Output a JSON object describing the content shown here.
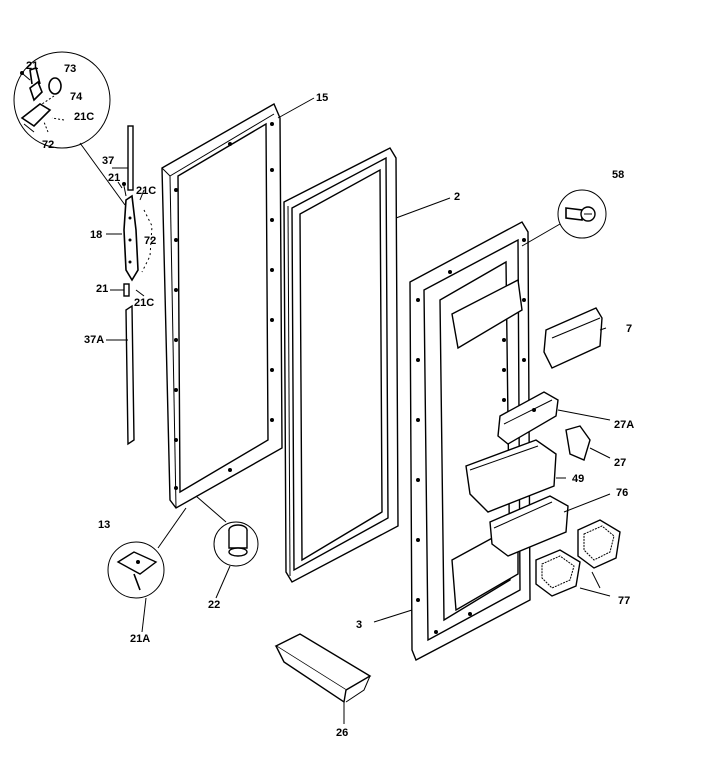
{
  "labels": {
    "p21_top": "21",
    "p73": "73",
    "p74": "74",
    "p21c_top": "21C",
    "p72_top": "72",
    "p37": "37",
    "p21_mid": "21",
    "p21c_mid": "21C",
    "p18": "18",
    "p72_mid": "72",
    "p21_low": "21",
    "p21c_low": "21C",
    "p37a": "37A",
    "p15": "15",
    "p2": "2",
    "p58": "58",
    "p7": "7",
    "p27a": "27A",
    "p27": "27",
    "p49": "49",
    "p76": "76",
    "p77": "77",
    "p3": "3",
    "p13": "13",
    "p21a": "21A",
    "p22": "22",
    "p26": "26"
  }
}
